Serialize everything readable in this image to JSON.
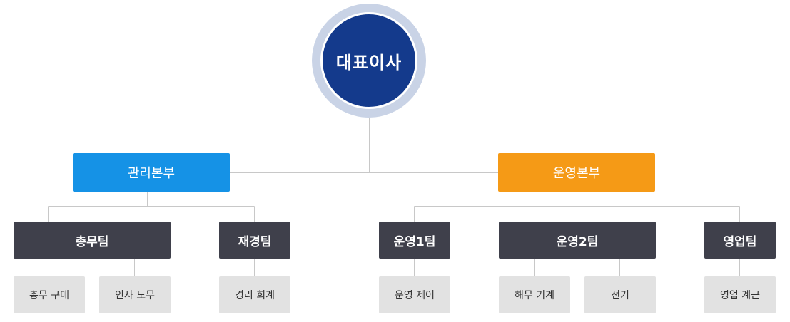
{
  "colors": {
    "ceo_fill": "#143a8c",
    "ceo_ring": "#c9d3e6",
    "division_management": "#1592e6",
    "division_operations": "#f59a16",
    "team_fill": "#3f404b",
    "leaf_fill": "#e2e2e2",
    "connector": "#c8c8c8"
  },
  "ceo": {
    "label": "대표이사"
  },
  "divisions": [
    {
      "label": "관리본부"
    },
    {
      "label": "운영본부"
    }
  ],
  "teams": [
    {
      "label": "총무팀"
    },
    {
      "label": "재경팀"
    },
    {
      "label": "운영1팀"
    },
    {
      "label": "운영2팀"
    },
    {
      "label": "영업팀"
    }
  ],
  "functions": [
    {
      "label": "총무 구매"
    },
    {
      "label": "인사 노무"
    },
    {
      "label": "경리 회계"
    },
    {
      "label": "운영 제어"
    },
    {
      "label": "해무 기계"
    },
    {
      "label": "전기"
    },
    {
      "label": "영업 계근"
    }
  ]
}
